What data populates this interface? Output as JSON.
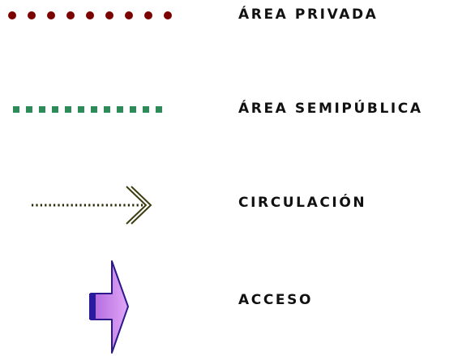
{
  "legend": {
    "items": [
      {
        "label": "ÁREA PRIVADA",
        "symbol": "dotted-line-icon",
        "color": "#7a0000"
      },
      {
        "label": "ÁREA SEMIPÚBLICA",
        "symbol": "dashed-line-icon",
        "color": "#2e8b57"
      },
      {
        "label": "CIRCULACIÓN",
        "symbol": "dotted-arrow-icon",
        "color": "#3d3d10"
      },
      {
        "label": "ACCESO",
        "symbol": "entrance-arrow-icon",
        "color": "#cc88ee"
      }
    ]
  }
}
